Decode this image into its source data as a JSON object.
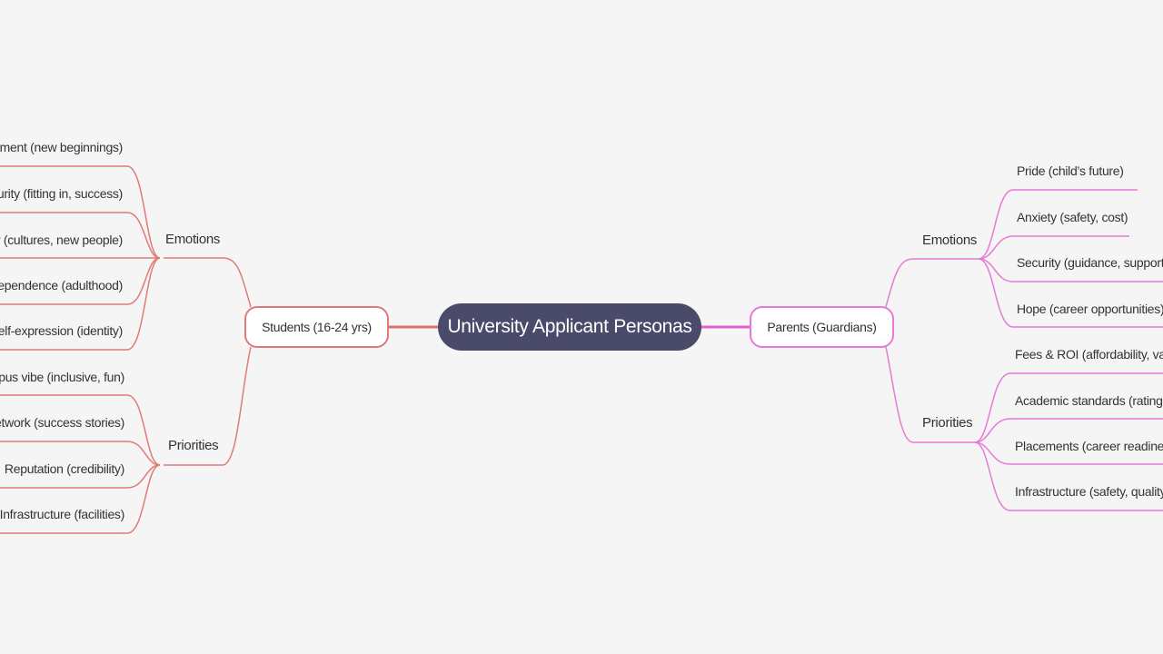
{
  "colors": {
    "background": "#f5f5f5",
    "root_fill": "#4a4b6a",
    "students_branch": "#e07a78",
    "students_connector": "#d9706e",
    "parents_branch": "#e67ad9",
    "parents_connector": "#e05fd4"
  },
  "root": {
    "label": "University Applicant Personas"
  },
  "students": {
    "label": "Students (16-24 yrs)",
    "emotions": {
      "label": "Emotions",
      "items": [
        "Excitement (new beginnings)",
        "Insecurity (fitting in, success)",
        "Curiosity (cultures, new people)",
        "Independence (adulthood)",
        "Self-expression (identity)"
      ]
    },
    "priorities": {
      "label": "Priorities",
      "items": [
        "Campus vibe (inclusive, fun)",
        "Alumni network (success stories)",
        "Reputation (credibility)",
        "Infrastructure (facilities)"
      ]
    }
  },
  "parents": {
    "label": "Parents (Guardians)",
    "emotions": {
      "label": "Emotions",
      "items": [
        "Pride (child’s future)",
        "Anxiety (safety, cost)",
        "Security (guidance, support)",
        "Hope (career opportunities)"
      ]
    },
    "priorities": {
      "label": "Priorities",
      "items": [
        "Fees & ROI (affordability, value)",
        "Academic standards (rating)",
        "Placements (career readiness)",
        "Infrastructure (safety, quality)"
      ]
    }
  }
}
